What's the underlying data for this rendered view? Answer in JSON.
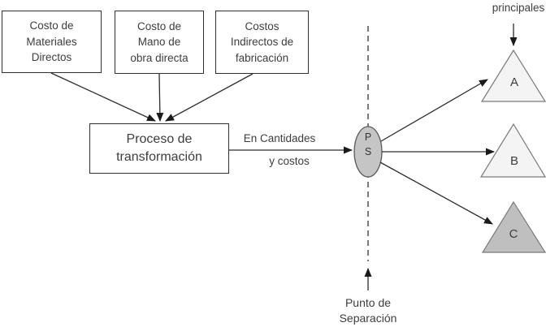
{
  "inputs": [
    {
      "label": "Costo de\nMateriales\nDirectos"
    },
    {
      "label": "Costo de\nMano de\nobra directa"
    },
    {
      "label": "Costos\nIndirectos de\nfabricación"
    }
  ],
  "process": {
    "label": "Proceso de\ntransformación"
  },
  "flow": {
    "label_top": "En Cantidades",
    "label_bottom": "y costos"
  },
  "split": {
    "node_text": "P\nS",
    "caption": "Punto de\nSeparación"
  },
  "products": {
    "header": "principales",
    "items": [
      {
        "label": "A",
        "fill": "#f4f4f4"
      },
      {
        "label": "B",
        "fill": "#f4f4f4"
      },
      {
        "label": "C",
        "fill": "#bfbfbf"
      }
    ]
  },
  "colors": {
    "line": "#2d2d2d",
    "dashed_line": "#595959",
    "node_fill": "#c5c5c5",
    "node_stroke": "#595959",
    "triangle_stroke": "#7a7a7a",
    "text": "#3d3d3d"
  }
}
